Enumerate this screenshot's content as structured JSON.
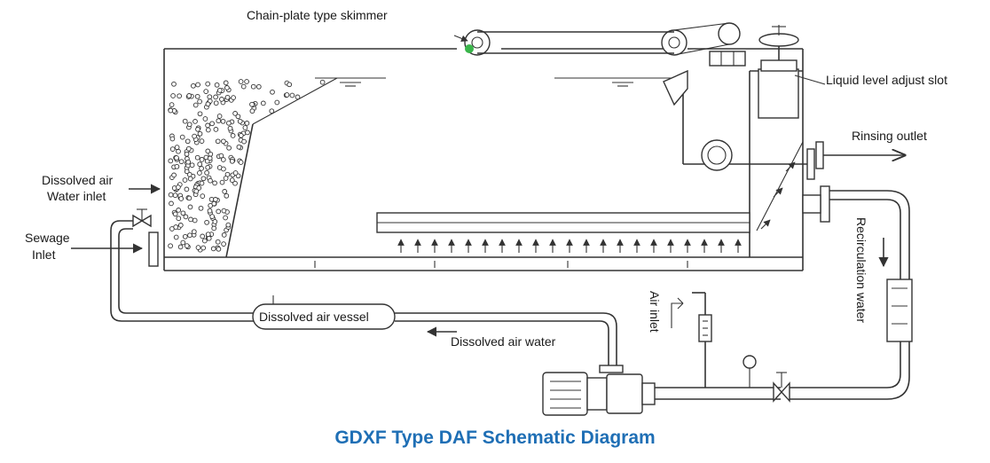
{
  "title": "GDXF Type DAF Schematic Diagram",
  "labels": {
    "skimmer": "Chain-plate type skimmer",
    "liquid_level": "Liquid level adjust slot",
    "rinsing_outlet": "Rinsing outlet",
    "dissolved_air_line1": "Dissolved air",
    "dissolved_air_line2": "Water inlet",
    "sewage_line1": "Sewage",
    "sewage_line2": "Inlet",
    "recirculation_water": "Recirculation water",
    "air_inlet": "Air inlet",
    "dissolved_air_vessel": "Dissolved air vessel",
    "dissolved_air_water": "Dissolved air water"
  }
}
